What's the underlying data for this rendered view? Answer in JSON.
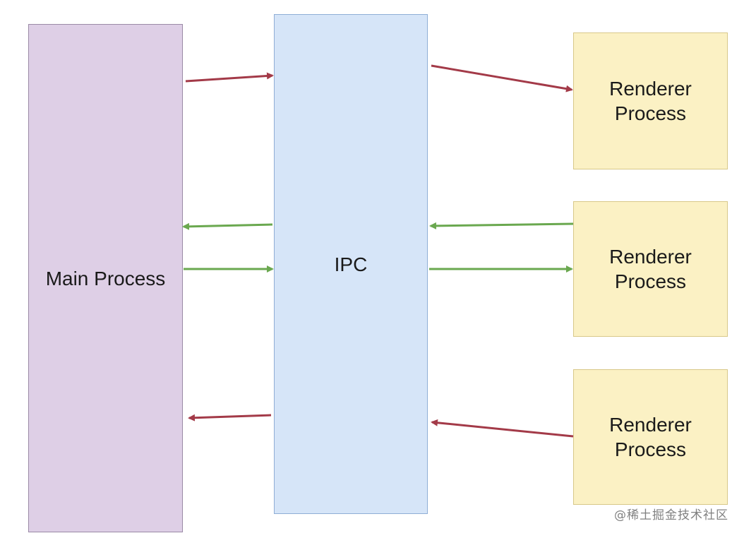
{
  "diagram": {
    "nodes": {
      "main": {
        "label": "Main Process",
        "fill": "#decfe6"
      },
      "ipc": {
        "label": "IPC",
        "fill": "#d6e5f8"
      },
      "renderers": [
        {
          "label": "Renderer\nProcess",
          "fill": "#fbf1c4"
        },
        {
          "label": "Renderer\nProcess",
          "fill": "#fbf1c4"
        },
        {
          "label": "Renderer\nProcess",
          "fill": "#fbf1c4"
        }
      ]
    },
    "edges": [
      {
        "from": "main",
        "to": "ipc",
        "color": "red"
      },
      {
        "from": "ipc",
        "to": "renderer-1",
        "color": "red"
      },
      {
        "from": "renderer-2",
        "to": "ipc",
        "color": "green"
      },
      {
        "from": "ipc",
        "to": "renderer-2",
        "color": "green"
      },
      {
        "from": "ipc",
        "to": "main",
        "color": "green"
      },
      {
        "from": "main",
        "to": "ipc",
        "color": "green"
      },
      {
        "from": "renderer-3",
        "to": "ipc",
        "color": "red"
      },
      {
        "from": "ipc",
        "to": "main",
        "color": "red"
      }
    ],
    "colors": {
      "red": "#a33a48",
      "green": "#6aa84f"
    }
  },
  "watermark": "@稀土掘金技术社区"
}
